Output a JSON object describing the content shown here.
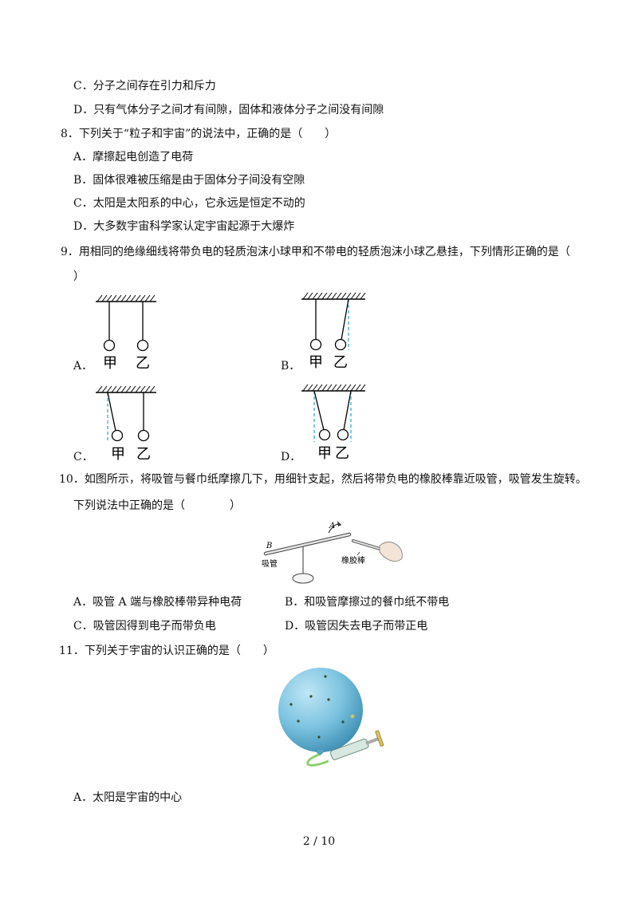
{
  "q7": {
    "opt_c": "C．分子之间存在引力和斥力",
    "opt_d": "D．只有气体分子之间才有间隙，固体和液体分子之间没有间隙"
  },
  "q8": {
    "stem": "8．下列关于“粒子和宇宙”的说法中，正确的是（　　）",
    "opt_a": "A．摩擦起电创造了电荷",
    "opt_b": "B．固体很难被压缩是由于固体分子间没有空隙",
    "opt_c": "C．太阳是太阳系的中心，它永远是恒定不动的",
    "opt_d": "D．大多数宇宙科学家认定宇宙起源于大爆炸"
  },
  "q9": {
    "stem_line1": "9．用相同的绝缘细线将带负电的轻质泡沫小球甲和不带电的轻质泡沫小球乙悬挂，下列情形正确的是（",
    "stem_line2": "）",
    "options": [
      {
        "label": "A．",
        "ball1": "甲",
        "ball2": "乙"
      },
      {
        "label": "B．",
        "ball1": "甲",
        "ball2": "乙"
      },
      {
        "label": "C．",
        "ball1": "甲",
        "ball2": "乙"
      },
      {
        "label": "D．",
        "ball1": "甲",
        "ball2": "乙"
      }
    ]
  },
  "q10": {
    "stem_line1": "10．如图所示，将吸管与餐巾纸摩擦几下，用细针支起，然后将带负电的橡胶棒靠近吸管，吸管发生旋转。",
    "stem_line2": "下列说法中正确的是（　　　　）",
    "figure": {
      "label_a": "A",
      "label_b": "B",
      "straw_label": "吸管",
      "rod_label": "橡胶棒"
    },
    "opt_a": "A．吸管 A 端与橡胶棒带异种电荷",
    "opt_b": "B．和吸管摩擦过的餐巾纸不带电",
    "opt_c": "C．吸管因得到电子而带负电",
    "opt_d": "D．吸管因失去电子而带正电"
  },
  "q11": {
    "stem": "11．下列关于宇宙的认识正确的是（　　）",
    "opt_a": "A．太阳是宇宙的中心"
  },
  "footer": {
    "page": "2 / 10"
  }
}
